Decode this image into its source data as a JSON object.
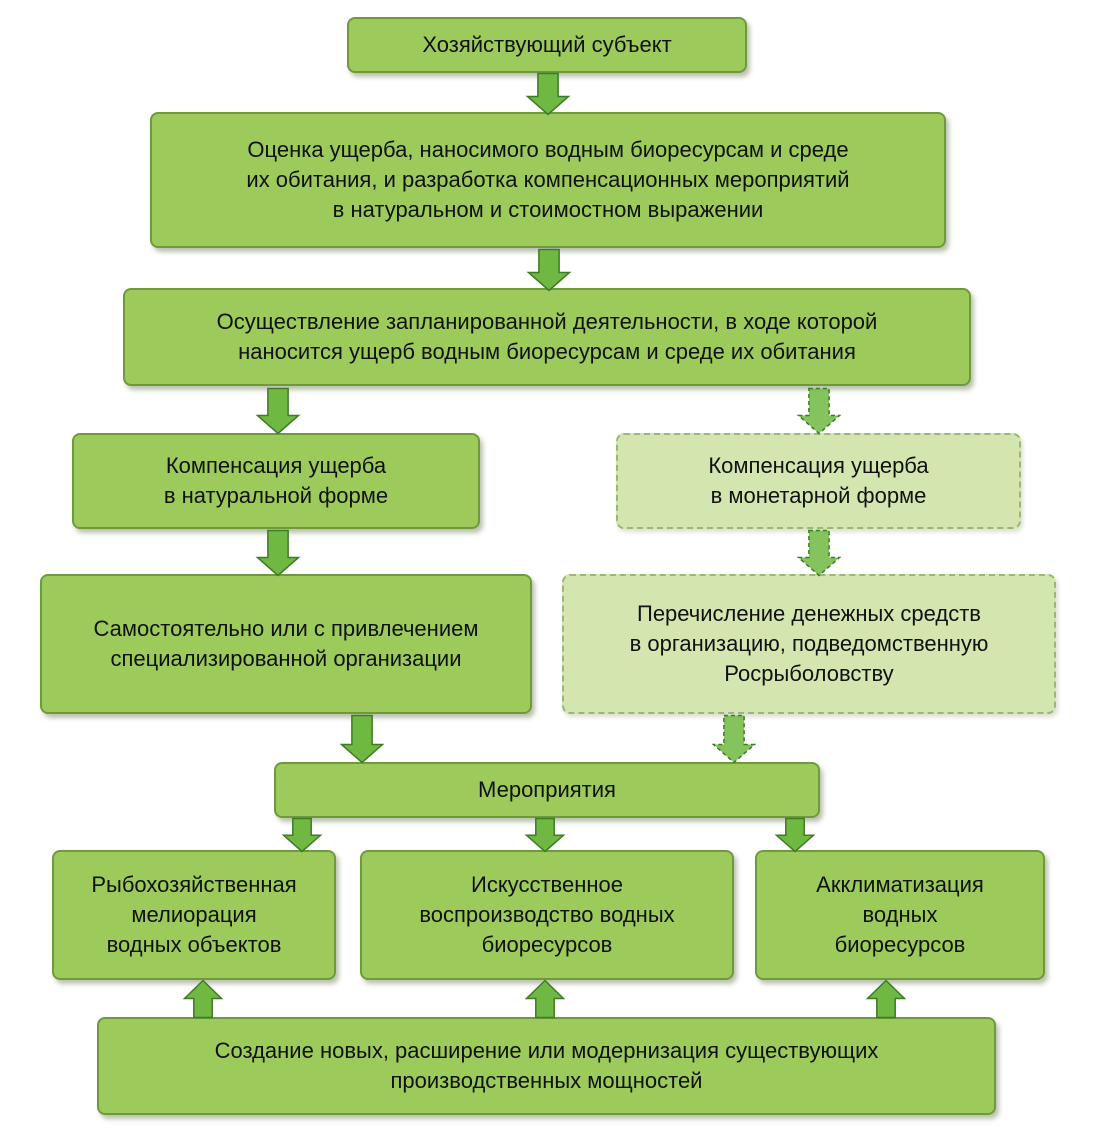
{
  "colors": {
    "box_fill": "#9ccb5b",
    "box_border": "#6f9a3c",
    "dashed_fill": "#d4e6b0",
    "dashed_border": "#9ab679",
    "arrow_fill": "#6fb842",
    "arrow_stroke": "#3f7a25"
  },
  "nodes": {
    "subject": "Хозяйствующий субъект",
    "assessment": "Оценка ущерба, наносимого водным биоресурсам и среде\nих обитания, и разработка компенсационных мероприятий\nв натуральном и стоимостном выражении",
    "activity": "Осуществление запланированной деятельности, в ходе которой\nнаносится ущерб водным биоресурсам и среде их обитания",
    "natural_comp": "Компенсация ущерба\nв натуральной форме",
    "monetary_comp": "Компенсация ущерба\nв монетарной форме",
    "self_org": "Самостоятельно или с привлечением\nспециализированной организации",
    "transfer": "Перечисление денежных средств\nв организацию, подведомственную\nРосрыболовству",
    "measures": "Мероприятия",
    "melioration": "Рыбохозяйственная\nмелиорация\nводных объектов",
    "reproduction": "Искусственное\nвоспроизводство водных\nбиоресурсов",
    "acclimatization": "Акклиматизация\nводных\nбиоресурсов",
    "capacity": "Создание новых, расширение или модернизация существующих\nпроизводственных мощностей"
  },
  "arrows": [
    {
      "name": "arrow-subject-to-assessment",
      "style": "solid",
      "direction": "down"
    },
    {
      "name": "arrow-assessment-to-activity",
      "style": "solid",
      "direction": "down"
    },
    {
      "name": "arrow-activity-to-natural",
      "style": "solid",
      "direction": "down"
    },
    {
      "name": "arrow-activity-to-monetary",
      "style": "dashed",
      "direction": "down"
    },
    {
      "name": "arrow-natural-to-self-org",
      "style": "solid",
      "direction": "down"
    },
    {
      "name": "arrow-monetary-to-transfer",
      "style": "dashed",
      "direction": "down"
    },
    {
      "name": "arrow-self-org-to-measures",
      "style": "solid",
      "direction": "down"
    },
    {
      "name": "arrow-transfer-to-measures",
      "style": "dashed",
      "direction": "down"
    },
    {
      "name": "arrow-measures-to-melioration",
      "style": "solid",
      "direction": "down"
    },
    {
      "name": "arrow-measures-to-reproduction",
      "style": "solid",
      "direction": "down"
    },
    {
      "name": "arrow-measures-to-acclimatization",
      "style": "solid",
      "direction": "down"
    },
    {
      "name": "arrow-capacity-to-melioration",
      "style": "solid",
      "direction": "up"
    },
    {
      "name": "arrow-capacity-to-reproduction",
      "style": "solid",
      "direction": "up"
    },
    {
      "name": "arrow-capacity-to-acclimatization",
      "style": "solid",
      "direction": "up"
    }
  ]
}
